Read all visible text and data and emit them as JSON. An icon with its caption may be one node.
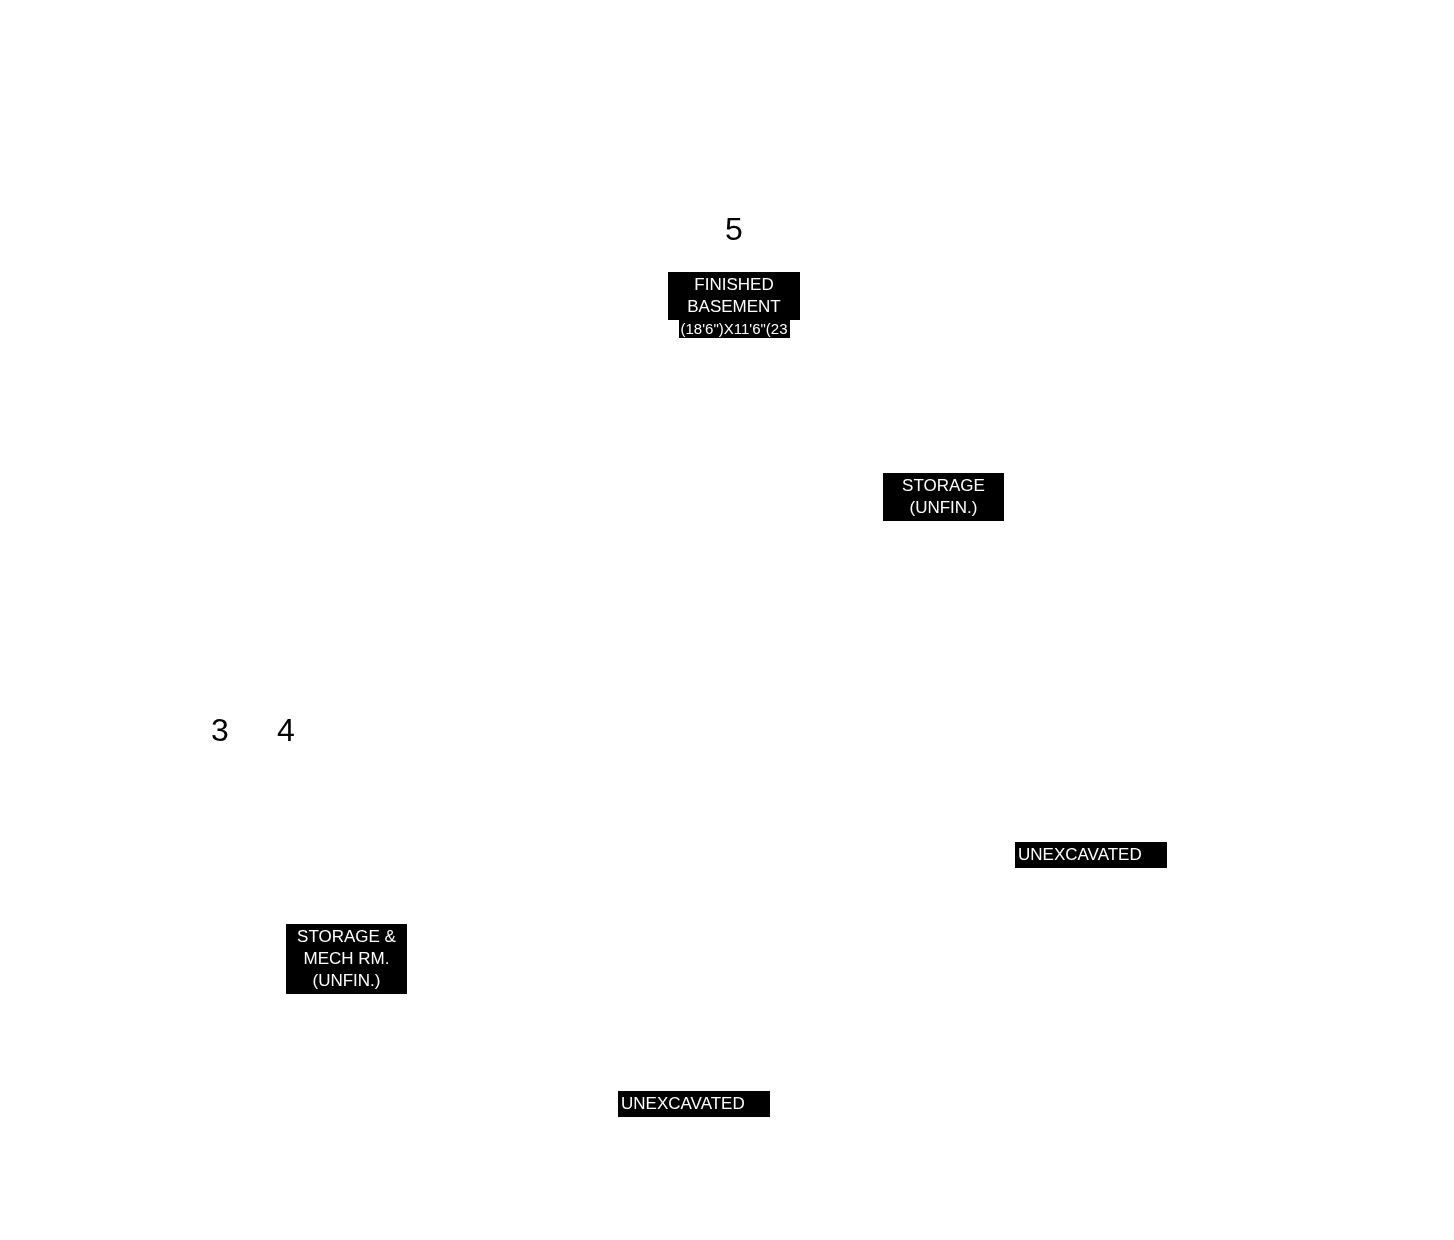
{
  "diagram": {
    "nodes": [
      {
        "text": [
          "FINISHED BASEMENT",
          "(18'6\")X11'6\"(23"
        ]
      },
      {
        "text": [
          "STORAGE (UNFIN.)"
        ]
      },
      {
        "text": [
          "UNEXCAVATED"
        ]
      },
      {
        "text": [
          "STORAGE & MECH RM. (UNFIN.)"
        ]
      },
      {
        "text": [
          "UNEXCAVATED"
        ]
      }
    ],
    "labels": [
      "5",
      "3",
      "4"
    ]
  }
}
